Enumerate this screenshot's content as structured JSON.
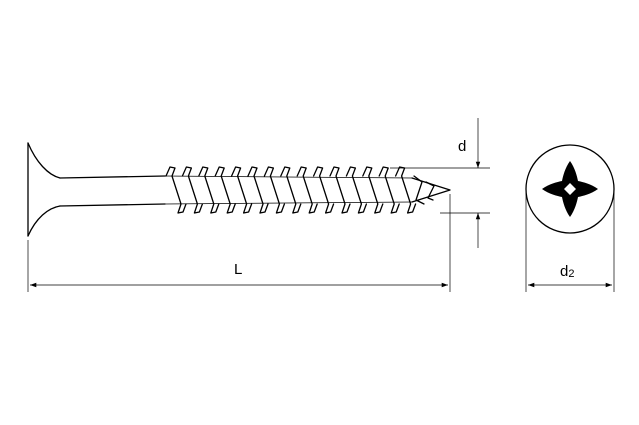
{
  "labels": {
    "length": "L",
    "diameter": "d",
    "head_diameter": "d",
    "head_diameter_subscript": "2"
  },
  "colors": {
    "line": "#000000",
    "background": "#ffffff"
  }
}
